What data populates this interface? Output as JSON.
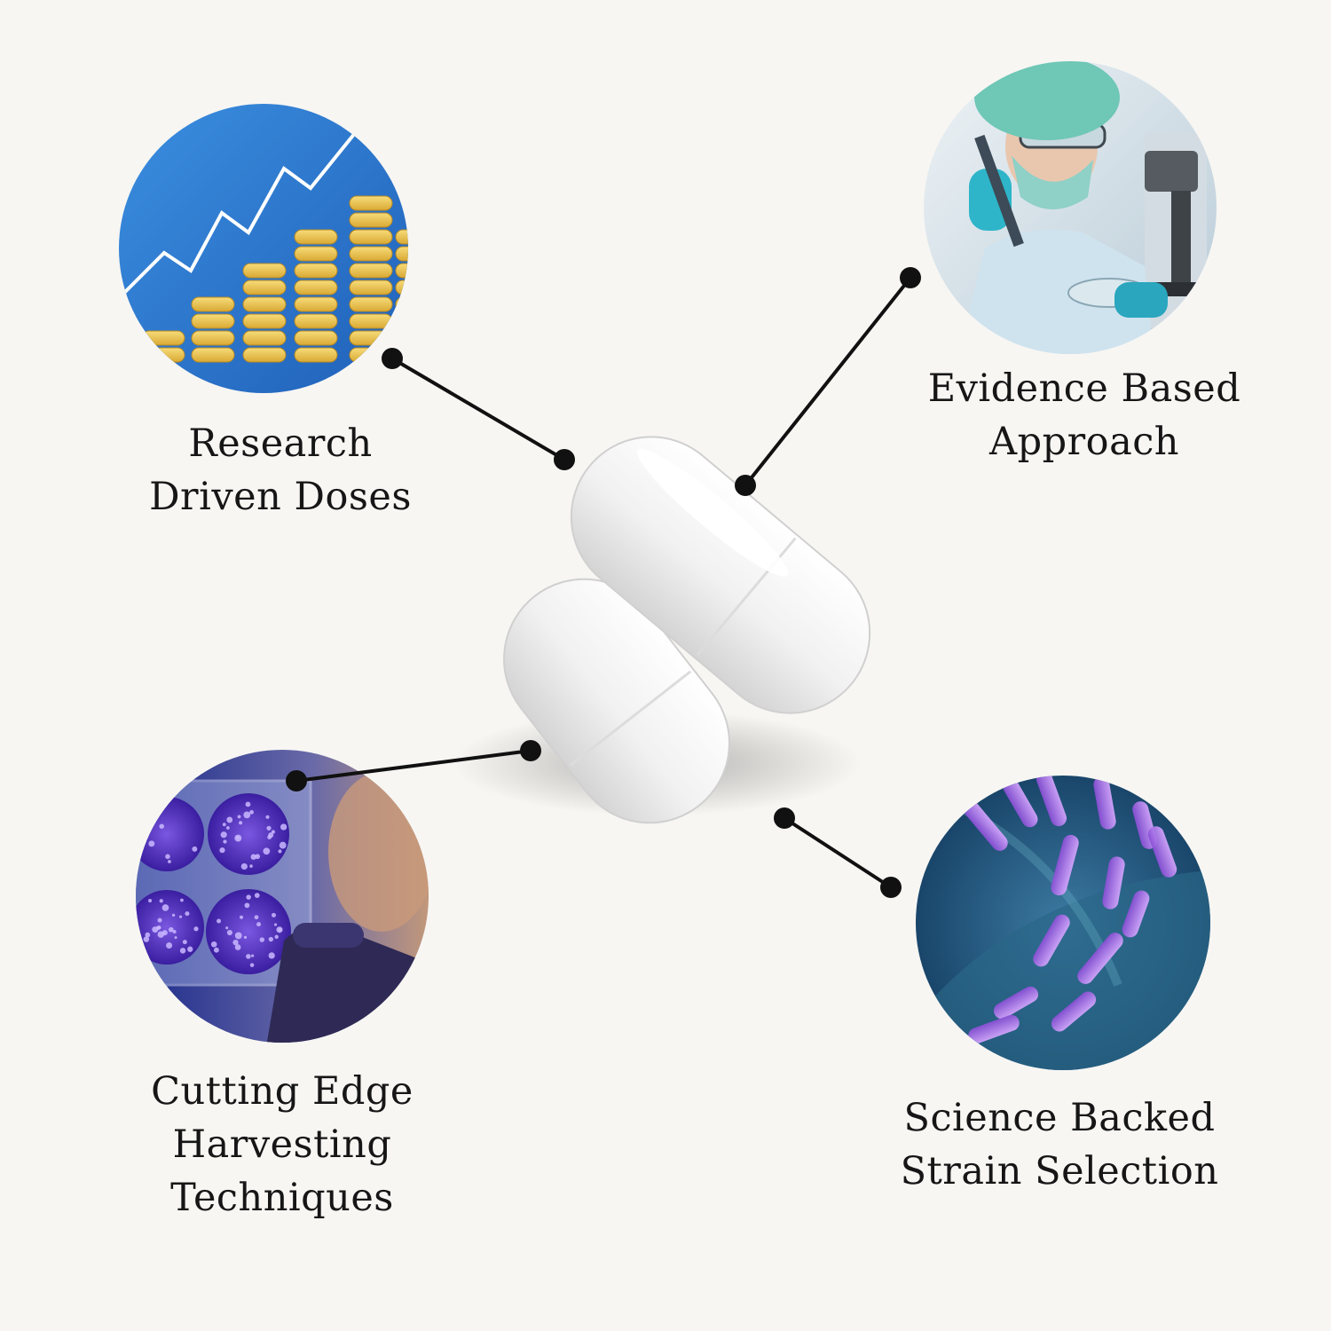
{
  "background_color": "#f7f6f3",
  "features": [
    {
      "id": "research",
      "lines": [
        "Research",
        "Driven Doses"
      ],
      "image": "pill-stack-growth-chart"
    },
    {
      "id": "evidence",
      "lines": [
        "Evidence Based",
        "Approach"
      ],
      "image": "lab-scientist-microscope"
    },
    {
      "id": "cutting",
      "lines": [
        "Cutting Edge",
        "Harvesting",
        "Techniques"
      ],
      "image": "culture-plates-gloved-hand"
    },
    {
      "id": "science",
      "lines": [
        "Science Backed",
        "Strain Selection"
      ],
      "image": "purple-bacteria-strains"
    }
  ],
  "center_image": "white-capsules",
  "connector_color": "#111111"
}
